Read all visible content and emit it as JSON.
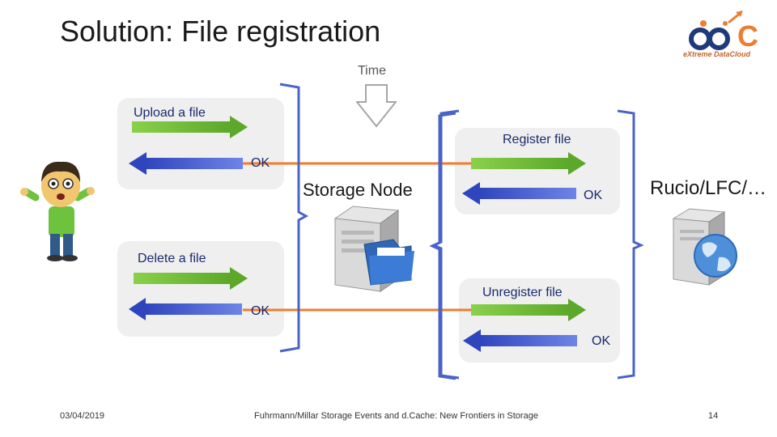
{
  "slide": {
    "title": "Solution: File registration",
    "time_label": "Time",
    "logo_text": "eXtreme DataCloud",
    "logo_letter": "C"
  },
  "client": {
    "upload": {
      "label": "Upload a file",
      "ok": "OK"
    },
    "delete": {
      "label": "Delete a file",
      "ok": "OK"
    }
  },
  "storage": {
    "label": "Storage Node"
  },
  "catalog": {
    "label": "Rucio/LFC/…",
    "register": {
      "label": "Register file",
      "ok": "OK"
    },
    "unregister": {
      "label": "Unregister file",
      "ok": "OK"
    }
  },
  "footer": {
    "date": "03/04/2019",
    "credit": "Fuhrmann/Millar Storage Events and d.Cache: New Frontiers in Storage",
    "page": "14"
  },
  "colors": {
    "green": "#8ad14a",
    "blue": "#3c55cc",
    "orange": "#ed7d31",
    "bracket": "#4a63c9"
  }
}
